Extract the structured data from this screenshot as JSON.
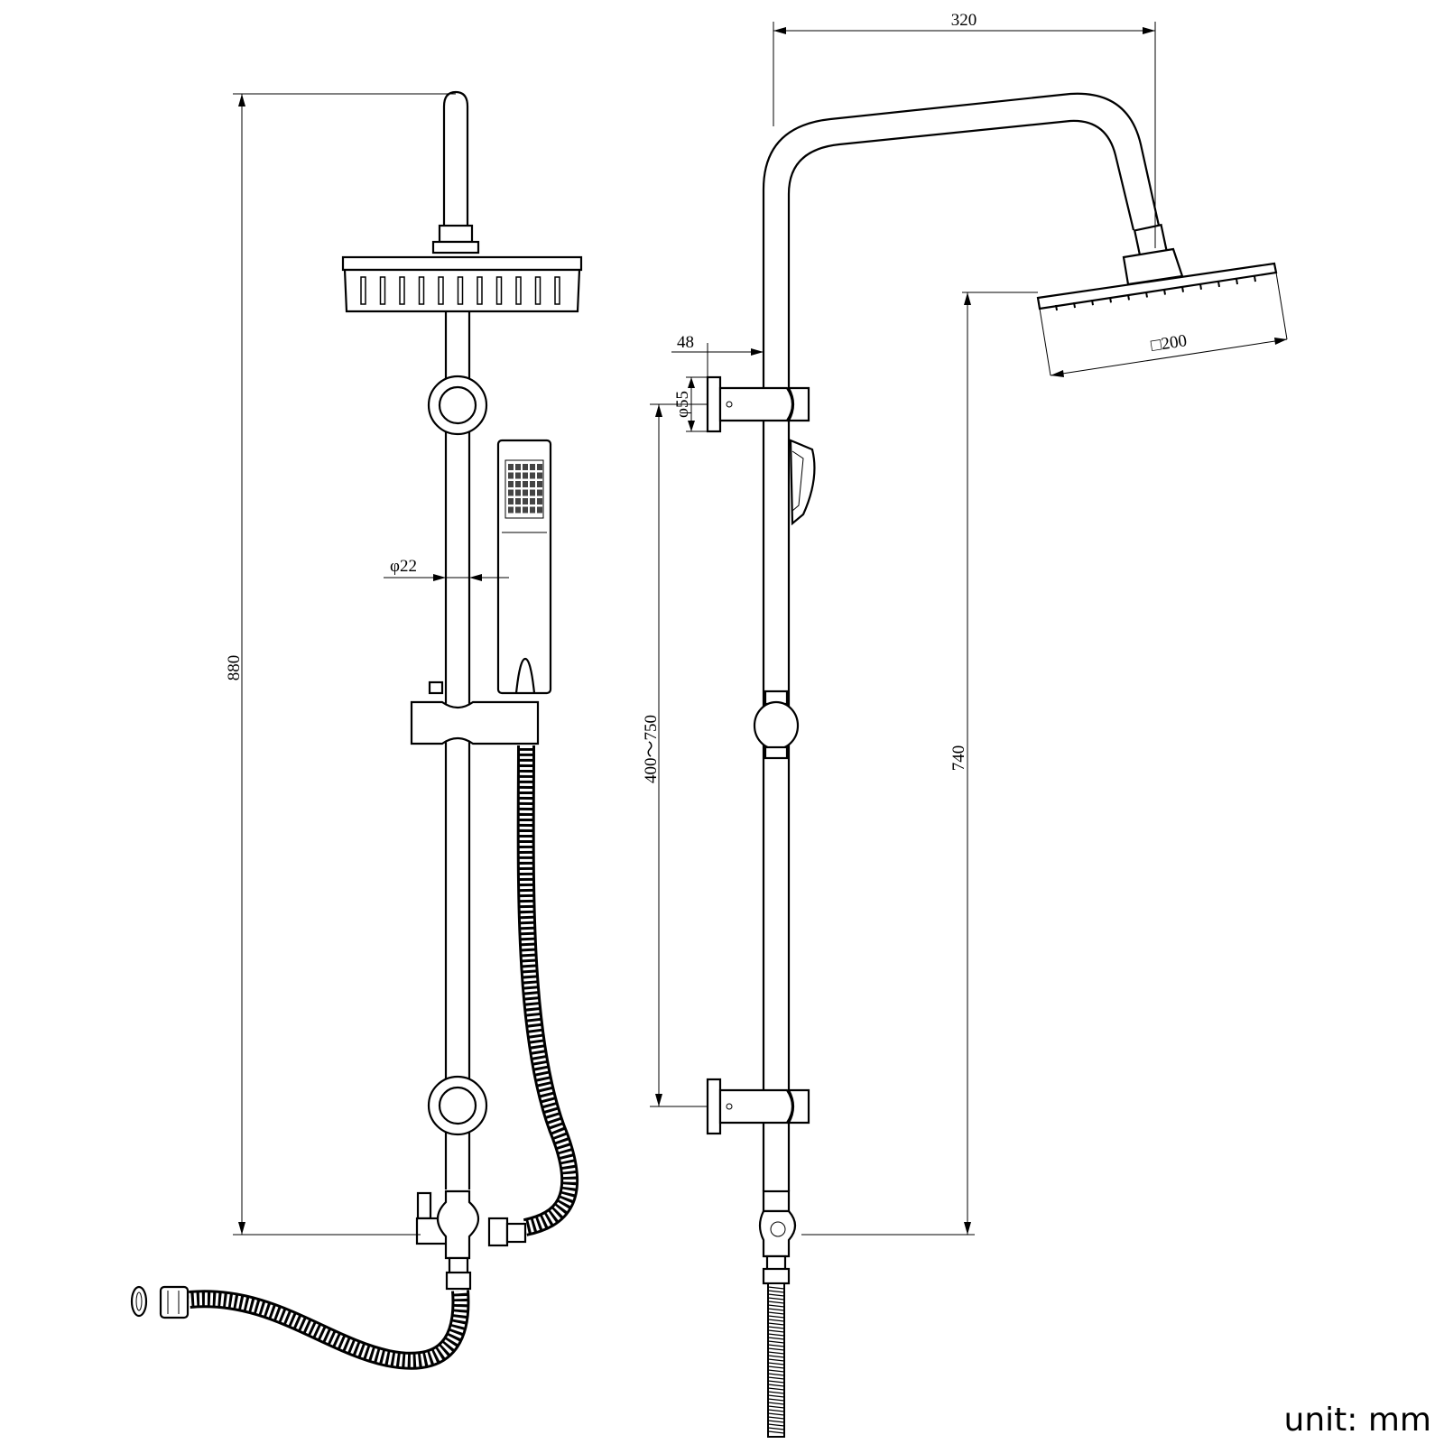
{
  "dimensions": {
    "height_total": "880",
    "pipe_diameter": "φ22",
    "arm_reach": "320",
    "wall_offset": "48",
    "bracket_diameter": "φ55",
    "bracket_spacing": "400～750",
    "head_size": "□200",
    "head_height": "740"
  },
  "unit_label": "unit: mm",
  "colors": {
    "line": "#000000",
    "background": "#ffffff"
  }
}
